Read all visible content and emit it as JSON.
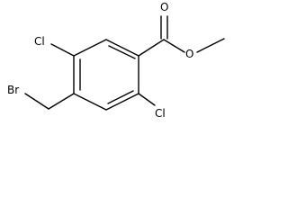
{
  "structure": {
    "atom_labels": {
      "br": "Br",
      "cl_top": "Cl",
      "cl_bottom": "Cl",
      "o_carbonyl": "O",
      "o_ester": "O"
    }
  }
}
